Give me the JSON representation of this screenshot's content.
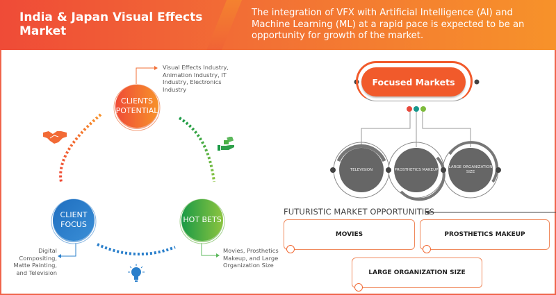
{
  "header": {
    "title": "India & Japan Visual Effects Market",
    "description": "The integration of VFX with Artificial Intelligence (AI) and Machine Learning (ML) at a rapid pace is expected to be an opportunity for growth of the market."
  },
  "cycle": {
    "nodes": [
      {
        "id": "clients-potential",
        "label": "CLIENTS POTENTIAL",
        "description": "Visual Effects Industry, Animation Industry, IT Industry, Electronics Industry",
        "color": "#f26f35"
      },
      {
        "id": "client-focus",
        "label": "CLIENT FOCUS",
        "description": "Digital Compositing, Matte Painting, and Television",
        "color": "#2a7fcb"
      },
      {
        "id": "hot-bets",
        "label": "HOT BETS",
        "description": "Movies, Prosthetics Makeup, and Large Organization Size",
        "color": "#4bb045"
      }
    ],
    "icons": [
      "handshake-icon",
      "money-hand-icon",
      "lightbulb-icon"
    ]
  },
  "focused_markets": {
    "title": "Focused Markets",
    "dot_colors": [
      "#e8493c",
      "#17978c",
      "#7dbb3c"
    ],
    "markets": [
      "TELEVISION",
      "PROSTHETICS MAKEUP",
      "LARGE ORGANIZATION SIZE"
    ]
  },
  "futuristic": {
    "title": "FUTURISTIC MARKET OPPORTUNITIES",
    "items": [
      "MOVIES",
      "PROSTHETICS MAKEUP",
      "LARGE ORGANIZATION SIZE"
    ]
  }
}
